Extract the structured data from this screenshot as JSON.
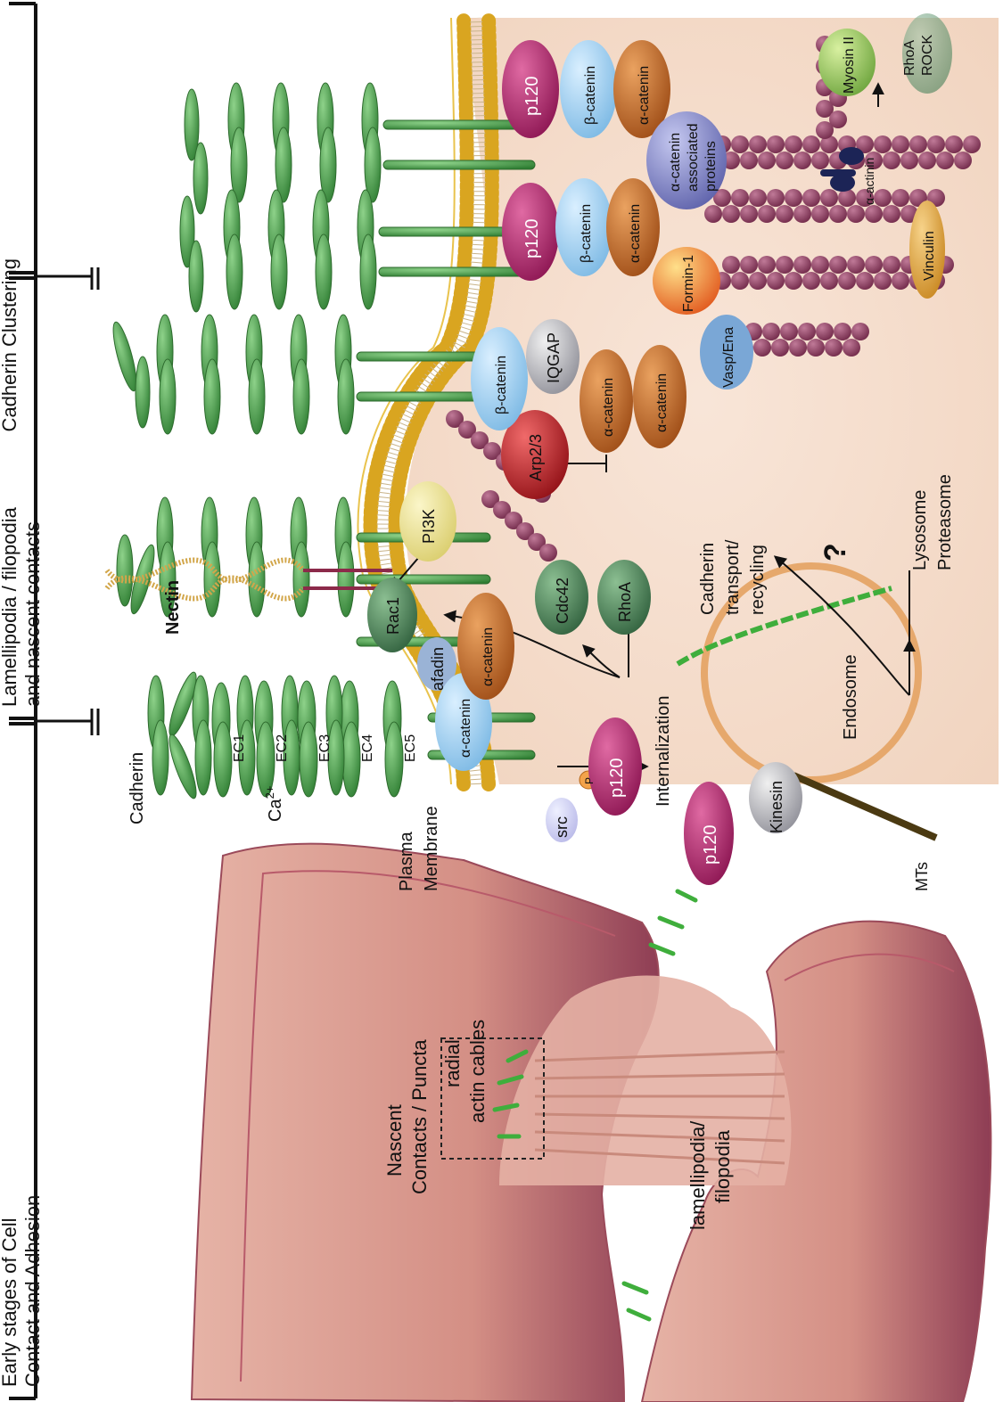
{
  "sections": {
    "early_line1": "Early stages of Cell",
    "early_line2": "Contact and Adhesion",
    "lamelli_line1": "Lamellipodia / filopodia",
    "lamelli_line2": "and nascent contacts",
    "clustering": "Cadherin Clustering"
  },
  "cell_panel": {
    "nascent_1": "Nascent",
    "nascent_2": "Contacts / Puncta",
    "radial_1": "radial",
    "radial_2": "actin cables",
    "lamelli_1": "lamellipodia/",
    "lamelli_2": "filopodia"
  },
  "labels": {
    "plasma_1": "Plasma",
    "plasma_2": "Membrane",
    "cadherin": "Cadherin",
    "ca": "Ca",
    "ca_sup": "2+",
    "ec1": "EC1",
    "ec2": "EC2",
    "ec3": "EC3",
    "ec4": "EC4",
    "ec5": "EC5",
    "nectin": "Nectin",
    "internalization": "Internalization",
    "mts": "MTs",
    "endosome": "Endosome",
    "transport_1": "Cadherin",
    "transport_2": "transport/",
    "transport_3": "recycling",
    "question": "?",
    "lysosome": "Lysosome",
    "proteasome": "Proteasome",
    "phospho": "P",
    "alpha_assoc_1": "α-catenin",
    "alpha_assoc_2": "associated",
    "alpha_assoc_3": "proteins",
    "alpha_actinin": "α-actinin"
  },
  "proteins": {
    "src": "src",
    "p120_a": "p120",
    "p120_b": "p120",
    "p120_c": "p120",
    "p120_d": "p120",
    "kinesin": "Kinesin",
    "afadin": "afadin",
    "alpha_cat_a": "α-catenin",
    "alpha_cat_b": "α-catenin",
    "alpha_cat_c": "α-catenin",
    "alpha_cat_d": "α-catenin",
    "alpha_cat_e": "α-catenin",
    "beta_cat_a": "β-catenin",
    "beta_cat_b": "β-catenin",
    "beta_cat_c": "β-catenin",
    "rac1": "Rac1",
    "cdc42": "Cdc42",
    "rhoa": "RhoA",
    "pi3k": "PI3K",
    "arp23": "Arp2/3",
    "iqgap": "IQGAP",
    "vasp": "Vasp/Ena",
    "formin": "Formin-1",
    "vinculin": "Vinculin",
    "myosin": "Myosin II",
    "rhoa_rock_1": "RhoA",
    "rhoa_rock_2": "ROCK"
  },
  "colors": {
    "cadherin_green": "#3fae3c",
    "membrane_gold": "#d9a520",
    "actin_maroon": "#8c3a5c",
    "p120_magenta": "#b0226c",
    "beta_blue": "#9fd0ee",
    "alpha_orange": "#c8641e",
    "gtpase_green": "#3e7a52",
    "pi3k_yellow": "#eee49a",
    "arp_red": "#c01a22",
    "cytoplasm": "#f5dccb",
    "cell_pink": "#d98f86"
  }
}
